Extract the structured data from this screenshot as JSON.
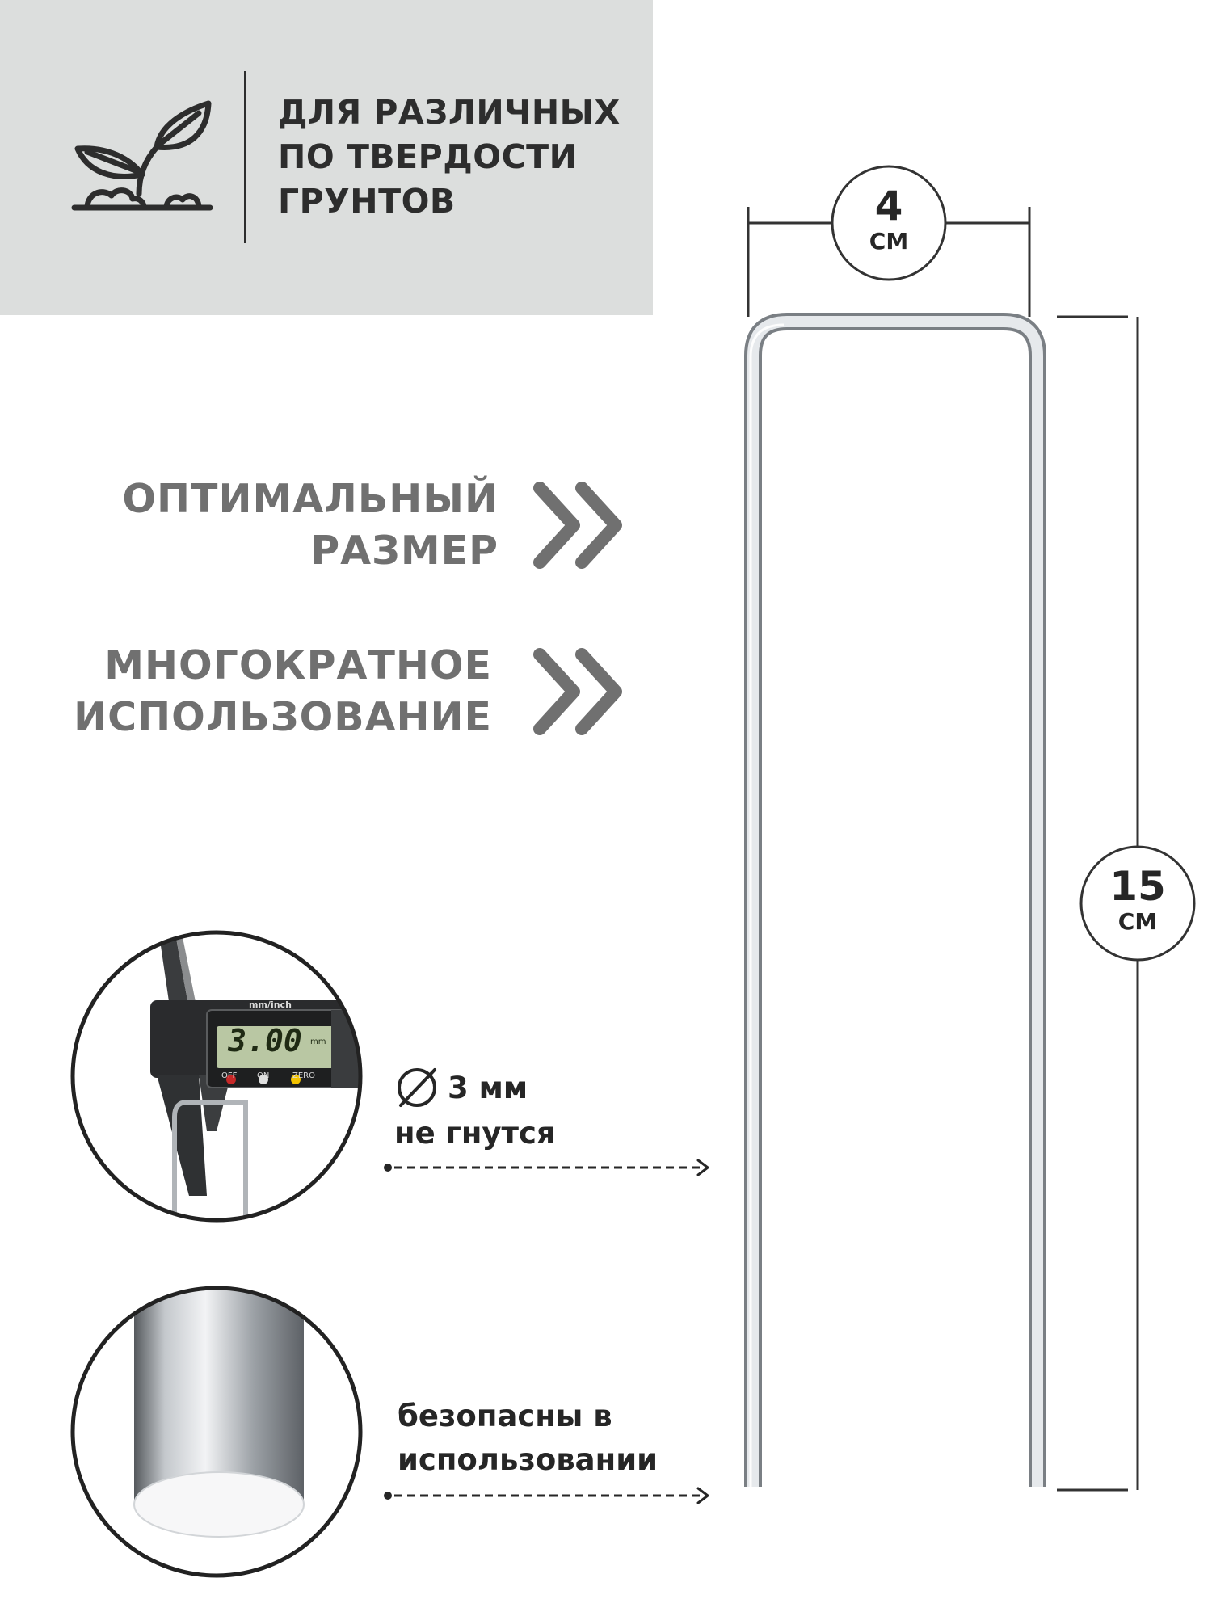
{
  "banner": {
    "lines": [
      "ДЛЯ РАЗЛИЧНЫХ",
      "ПО ТВЕРДОСТИ",
      "ГРУНТОВ"
    ],
    "icon": "sprout-icon"
  },
  "features": [
    {
      "lines": [
        "ОПТИМАЛЬНЫЙ",
        "РАЗМЕР"
      ],
      "icon": "double-chevron-right-icon"
    },
    {
      "lines": [
        "МНОГОКРАТНОЕ",
        "ИСПОЛЬЗОВАНИЕ"
      ],
      "icon": "double-chevron-right-icon"
    }
  ],
  "dimensions": {
    "width": {
      "value": "4",
      "unit": "СМ"
    },
    "height": {
      "value": "15",
      "unit": "СМ"
    }
  },
  "caliper": {
    "display_value": "3.00",
    "display_unit": "mm",
    "header": "mm/inch",
    "buttons": [
      "OFF",
      "ON",
      "ZERO"
    ]
  },
  "specs": [
    {
      "icon": "diameter-icon",
      "lines": [
        "3 мм",
        "не гнутся"
      ]
    },
    {
      "lines": [
        "безопасны в",
        "использовании"
      ]
    }
  ],
  "colors": {
    "banner_bg": "#dcdedd",
    "feature_text": "#707070",
    "chevron": "#707070",
    "dark_text": "#2d2d2d"
  }
}
